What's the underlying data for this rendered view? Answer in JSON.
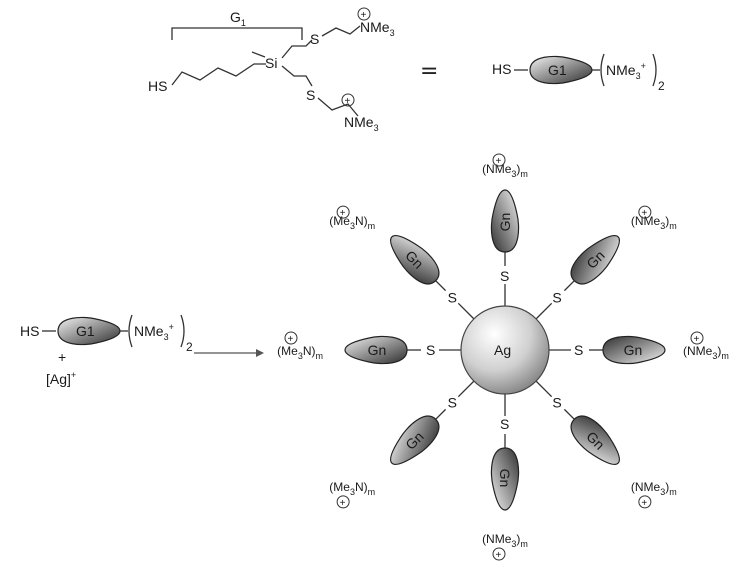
{
  "top": {
    "bracket_label": "G",
    "bracket_label_sub": "1",
    "si_label": "Si",
    "hs_label": "HS",
    "s_label": "S",
    "nme3_label": "NMe",
    "nme3_sub": "3",
    "plus_charge": "+",
    "equals": "=",
    "rhs_hs": "HS",
    "rhs_g1": "G1",
    "rhs_group": "NMe",
    "rhs_group_sub": "3",
    "rhs_group_sup": "+",
    "rhs_count": "2"
  },
  "reaction": {
    "hs": "HS",
    "g1": "G1",
    "group": "NMe",
    "group_sub": "3",
    "group_sup": "+",
    "count": "2",
    "plus": "+",
    "ag_ion": "[Ag]",
    "ag_ion_sup": "+"
  },
  "product": {
    "core_label": "Ag",
    "s_label": "S",
    "dendron_label": "Gn",
    "amine_right": "NMe",
    "amine_left": "Me",
    "amine_left_n": "N",
    "amine_sub": "3",
    "index": "m",
    "charge": "+"
  },
  "colors": {
    "lobe_light": "#e6e6e6",
    "lobe_dark": "#3a3a3a",
    "core_light": "#ffffff",
    "core_dark": "#8c8c8c"
  }
}
